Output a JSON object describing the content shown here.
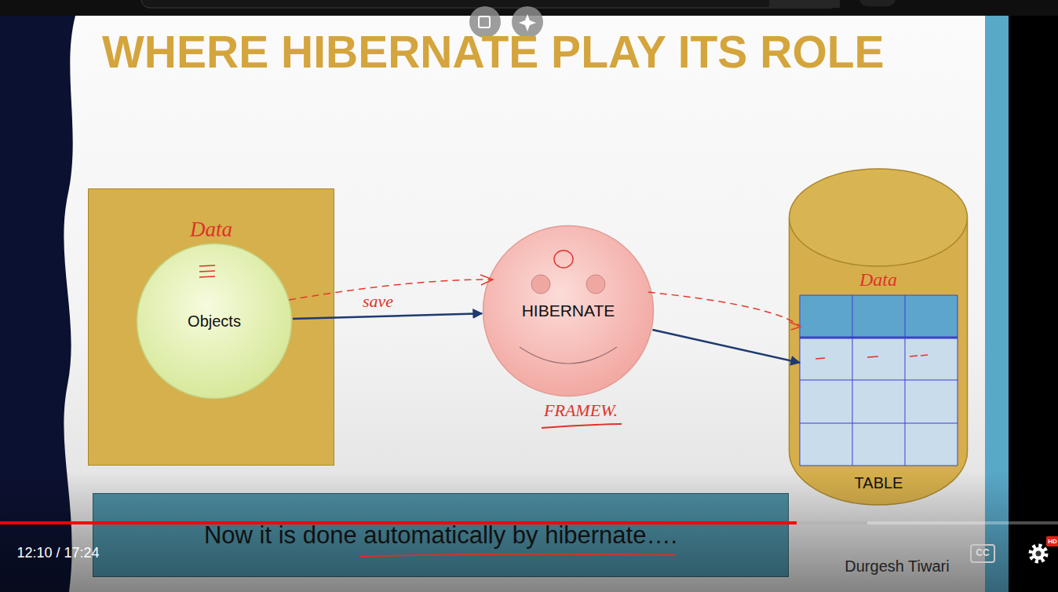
{
  "diagram": {
    "title": "WHERE HIBERNATE PLAY ITS ROLE",
    "nodes": [
      {
        "text": [
          "Data"
        ]
      },
      {
        "text": [
          "Objects"
        ],
        "in": 0
      },
      {
        "text": [
          "HIBERNATE"
        ]
      },
      {
        "text": [
          "Data"
        ]
      },
      {
        "text": [
          "TABLE"
        ],
        "in": 3
      },
      {
        "text": [
          "Now it is done automatically by hibernate…."
        ]
      }
    ],
    "edges": [
      {
        "from": 1,
        "to": 2,
        "arrow": "to",
        "label": "save"
      },
      {
        "from": 2,
        "to": 4,
        "arrow": "to"
      }
    ],
    "labels": [
      "FRAMEW.",
      "Durgesh Tiwari",
      "12:10 / 17:24",
      "CC",
      "HD"
    ]
  }
}
